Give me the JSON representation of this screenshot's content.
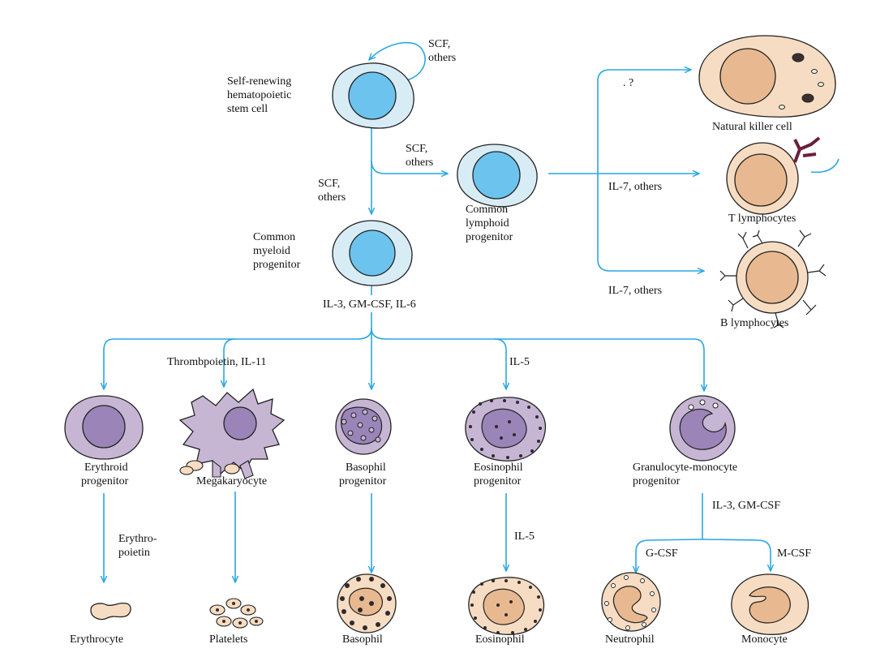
{
  "colors": {
    "arrow": "#2aa7e0",
    "stem_fill": "#6cc4ee",
    "stem_ring": "#d8ecf6",
    "cell_ring": "#f6dcc2",
    "cell_nucleus": "#e8b990",
    "myeloid_ring": "#c6b6d4",
    "myeloid_nucleus": "#9a84b8",
    "granule": "#3a3030"
  },
  "labels": {
    "scf_top": [
      "SCF,",
      "others"
    ],
    "stem": [
      "Self-renewing",
      "hematopoietic",
      "stem cell"
    ],
    "scf_left": [
      "SCF,",
      "others"
    ],
    "scf_mid": [
      "SCF,",
      "others"
    ],
    "lymphoid": [
      "Common",
      "lymphoid",
      "progenitor"
    ],
    "myeloid": [
      "Common",
      "myeloid",
      "progenitor"
    ],
    "il3_gm_il6": "IL-3, GM-CSF, IL-6",
    "question": ".    ?",
    "nk": "Natural killer cell",
    "il7_1": "IL-7, others",
    "t_lymph": "T lymphocytes",
    "il7_2": "IL-7, others",
    "b_lymph": "B lymphocytes",
    "thrombo": "Thrombpoietin, IL-11",
    "il5_top": "IL-5",
    "erythroid": [
      "Erythroid",
      "progenitor"
    ],
    "megakaryocyte": "Megakaryocyte",
    "basophil_prog": [
      "Basophil",
      "progenitor"
    ],
    "eosinophil_prog": [
      "Eosinophil",
      "progenitor"
    ],
    "gm_prog": [
      "Granulocyte-monocyte",
      "progenitor"
    ],
    "il3_gm": "IL-3, GM-CSF",
    "erythro": [
      "Erythro-",
      "poietin"
    ],
    "il5_bottom": "IL-5",
    "gcsf": "G-CSF",
    "mcsf": "M-CSF",
    "erythrocyte": "Erythrocyte",
    "platelets": "Platelets",
    "basophil": "Basophil",
    "eosinophil": "Eosinophil",
    "neutrophil": "Neutrophil",
    "monocyte": "Monocyte"
  }
}
